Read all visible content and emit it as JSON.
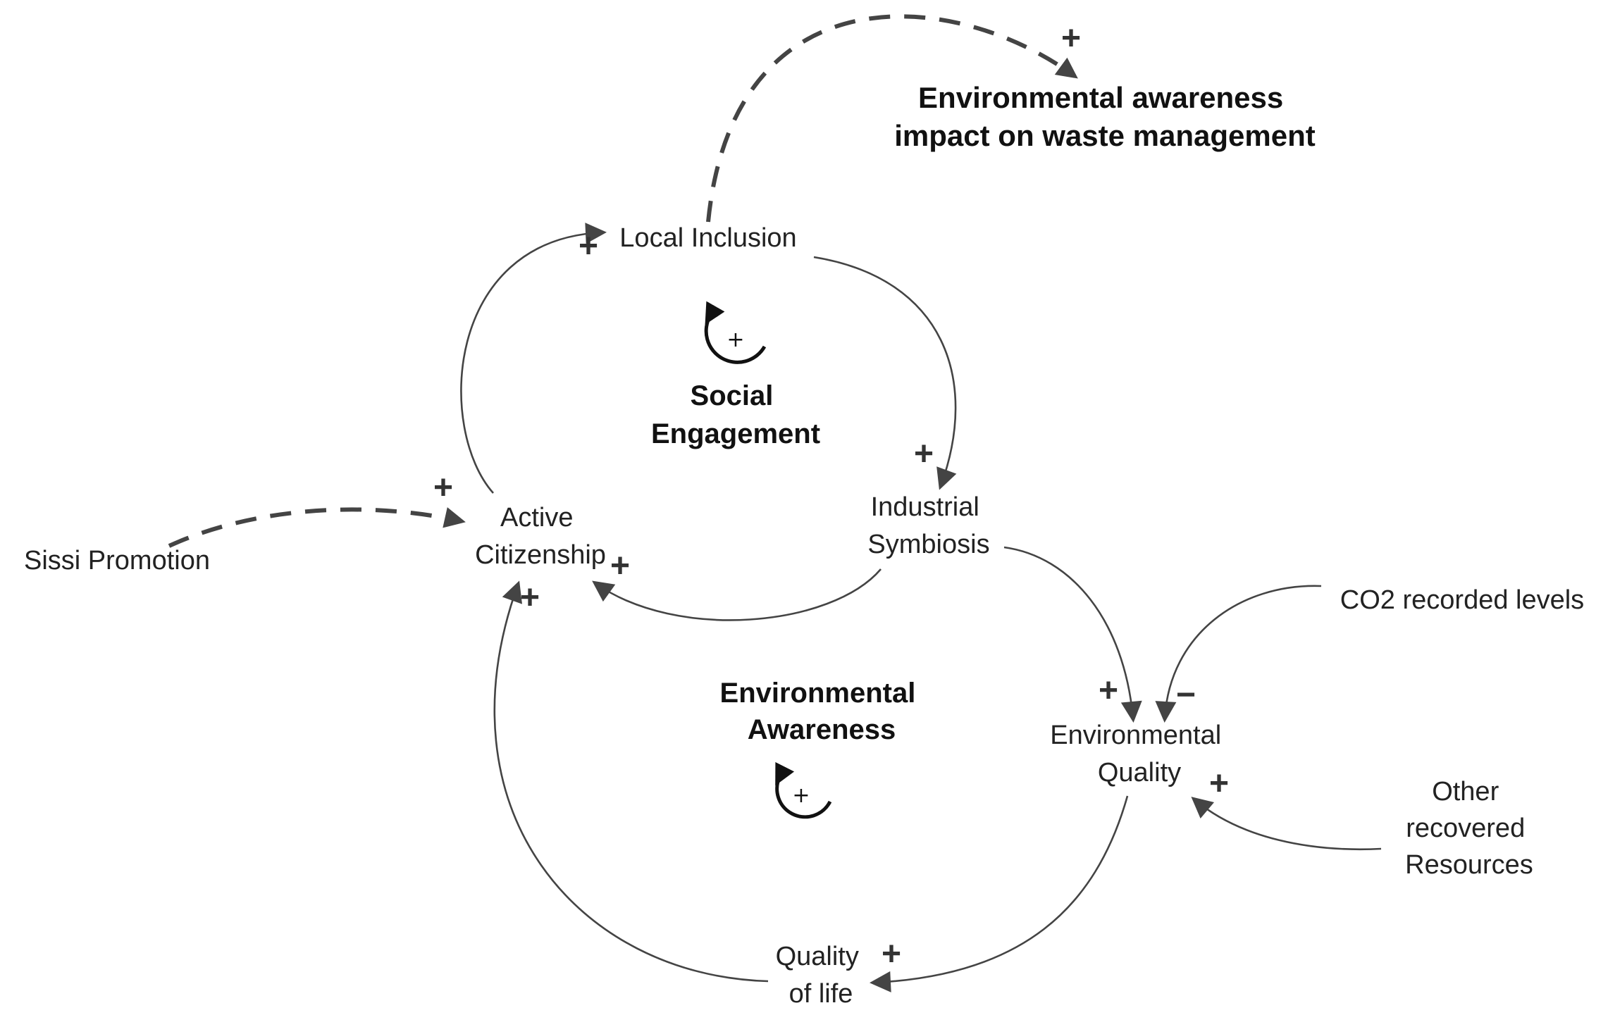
{
  "diagram": {
    "title": [
      "Environmental awareness",
      "impact on waste management"
    ],
    "nodes": {
      "local_inclusion": [
        "Local Inclusion"
      ],
      "active_citizenship": [
        "Active",
        "Citizenship"
      ],
      "industrial_symbiosis": [
        "Industrial",
        "Symbiosis"
      ],
      "sissi_promotion": [
        "Sissi Promotion"
      ],
      "environmental_quality": [
        "Environmental",
        "Quality"
      ],
      "co2_levels": [
        "CO2 recorded levels"
      ],
      "other_resources": [
        "Other",
        "recovered",
        "Resources"
      ],
      "quality_of_life": [
        "Quality",
        "of life"
      ]
    },
    "loops": {
      "social_engagement": {
        "label": [
          "Social",
          "Engagement"
        ],
        "sign": "+"
      },
      "environmental_awareness": {
        "label": [
          "Environmental",
          "Awareness"
        ],
        "sign": "+"
      }
    },
    "polarities": {
      "local_inclusion_to_title": "+",
      "active_to_local": "+",
      "local_to_industrial": "+",
      "sissi_to_active": "+",
      "industrial_to_active": "+",
      "quality_of_life_to_active": "+",
      "industrial_to_envquality": "+",
      "co2_to_envquality": "−",
      "other_to_envquality": "+",
      "envquality_to_quality_of_life": "+"
    }
  }
}
